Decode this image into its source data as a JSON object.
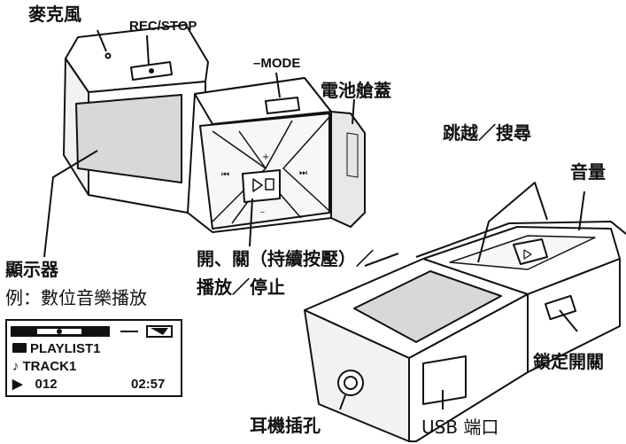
{
  "labels": {
    "microphone": "麥克風",
    "rec_stop": "REC/STOP",
    "mode": "–MODE",
    "battery_cover": "電池艙蓋",
    "skip_search": "跳越／搜尋",
    "volume": "音量",
    "display": "顯示器",
    "display_example": "例：數位音樂播放",
    "power_line1": "開、關（持續按壓）／",
    "power_line2": "播放／停止",
    "hold_switch": "鎖定開關",
    "headphone_jack": "耳機插孔",
    "usb_port": "USB 端口"
  },
  "lcd": {
    "playlist": "PLAYLIST1",
    "track": "TRACK1",
    "track_number": "012",
    "time": "02:57"
  },
  "icons": [
    "microphone-hole-icon",
    "rec-stop-button",
    "mode-button",
    "play-stop-icon",
    "prev-icon",
    "next-icon",
    "plus-icon",
    "minus-icon",
    "folder-icon",
    "note-icon",
    "play-icon",
    "battery-icon",
    "level-meter-icon"
  ]
}
